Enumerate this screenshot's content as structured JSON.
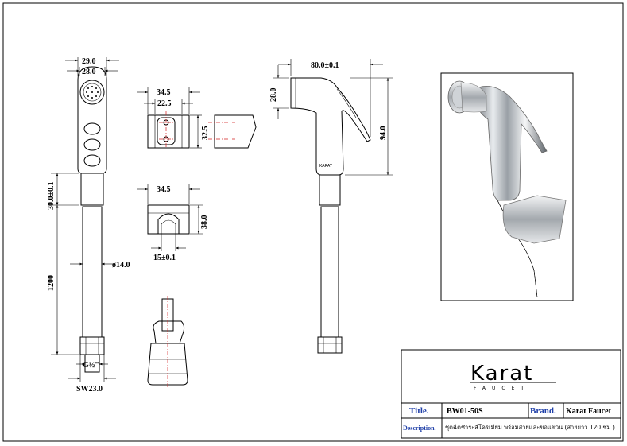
{
  "dimensions": {
    "top_outer_width": "29.0",
    "top_inner_width": "28.0",
    "neck_length": "30.0±0.1",
    "hose_length": "1200",
    "hose_diameter": "ø14.0",
    "thread": "G½\"",
    "nut_width": "SW23.0",
    "holder_width": "34.5",
    "holder_inner": "22.5",
    "holder_height": "32.5",
    "holder2_width": "34.5",
    "holder2_height": "38.0",
    "holder2_slot": "15±0.1",
    "side_length": "80.0±0.1",
    "side_head": "28.0",
    "side_height": "94.0"
  },
  "title_block": {
    "brand_logo": "Karat",
    "brand_logo_sub": "FAUCET",
    "title_label": "Title.",
    "title_value": "BW01-50S",
    "brand_label": "Brand.",
    "brand_value": "Karat Faucet",
    "description_label": "Description.",
    "description_value": "ชุดฉีดชำระสีโครเมียม พร้อมสายและขอแขวน (สายยาว 120 ซม.)"
  },
  "colors": {
    "label_blue": "#1f3fa8",
    "centerline_red": "#d42020"
  }
}
